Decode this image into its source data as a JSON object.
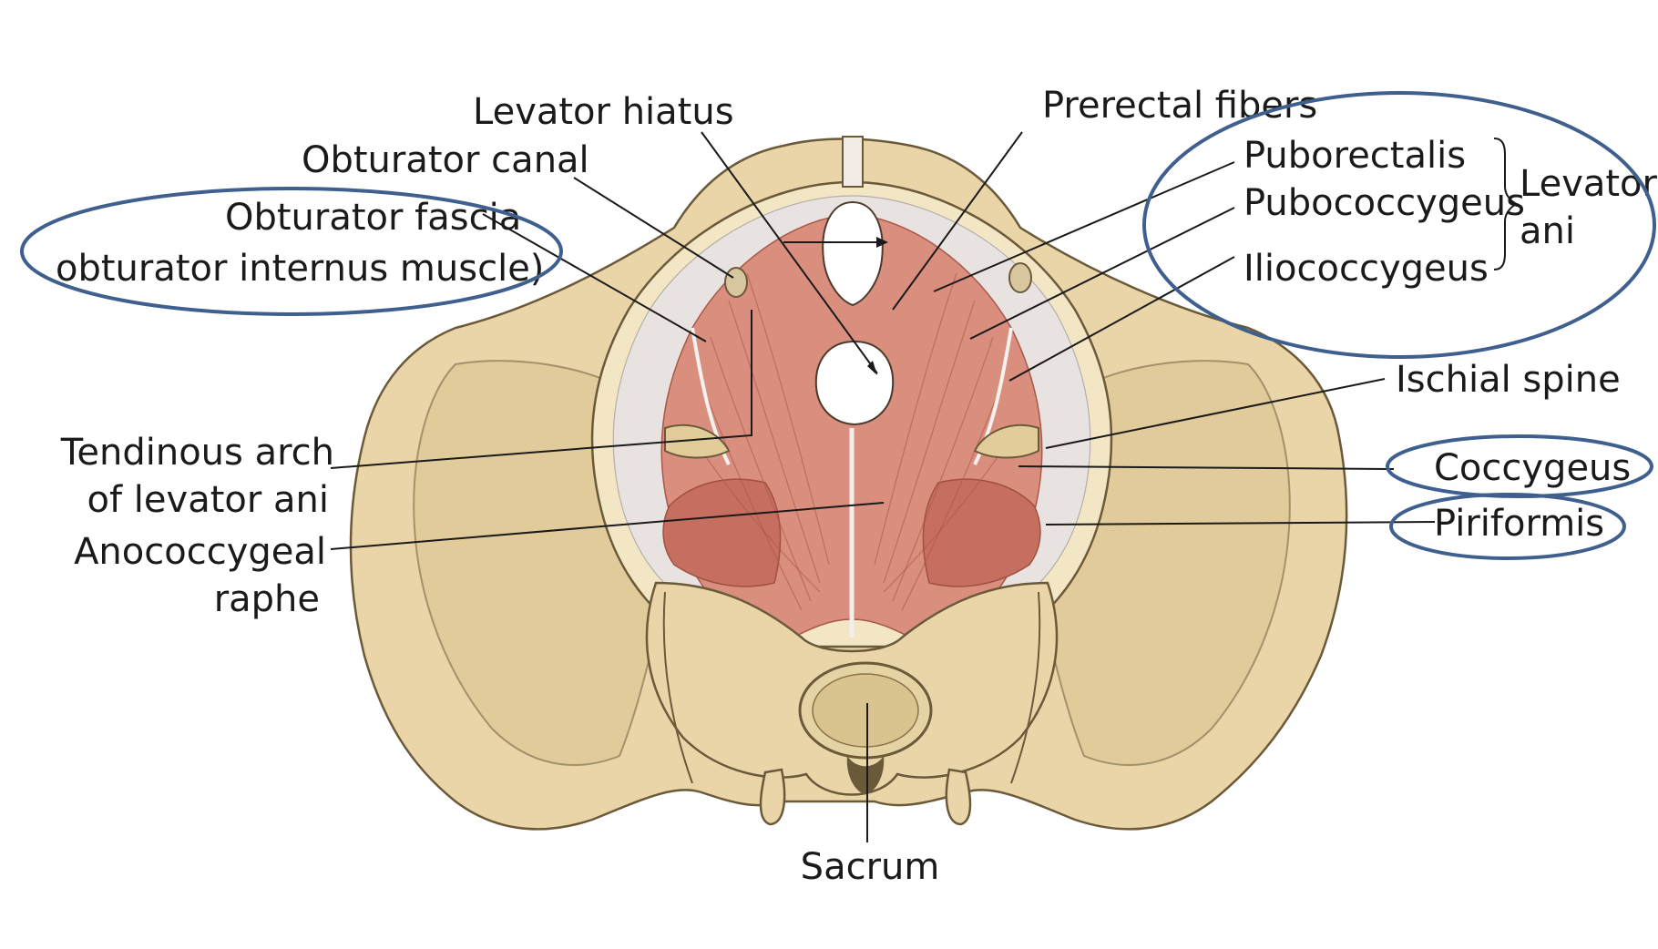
{
  "labels": {
    "levator_hiatus": "Levator hiatus",
    "obturator_canal": "Obturator canal",
    "obturator_fascia_1": "Obturator fascia",
    "obturator_fascia_2": "obturator internus muscle)",
    "prerectal_fibers": "Prerectal fibers",
    "puborectalis": "Puborectalis",
    "pubococcygeus": "Pubococcygeus",
    "iliococcygeus": "Iliococcygeus",
    "levator_ani_1": "Levator",
    "levator_ani_2": "ani",
    "ischial_spine": "Ischial spine",
    "coccygeus": "Coccygeus",
    "piriformis": "Piriformis",
    "tendinous_arch_1": "Tendinous arch",
    "tendinous_arch_2": "of levator ani",
    "anococcygeal_1": "Anococcygeal",
    "anococcygeal_2": "raphe",
    "sacrum": "Sacrum"
  },
  "colors": {
    "bone": "#e9d5a8",
    "muscle": "#d98e7e",
    "fascia": "#e8e3e1",
    "highlight_ellipse": "#3f5f8f"
  }
}
